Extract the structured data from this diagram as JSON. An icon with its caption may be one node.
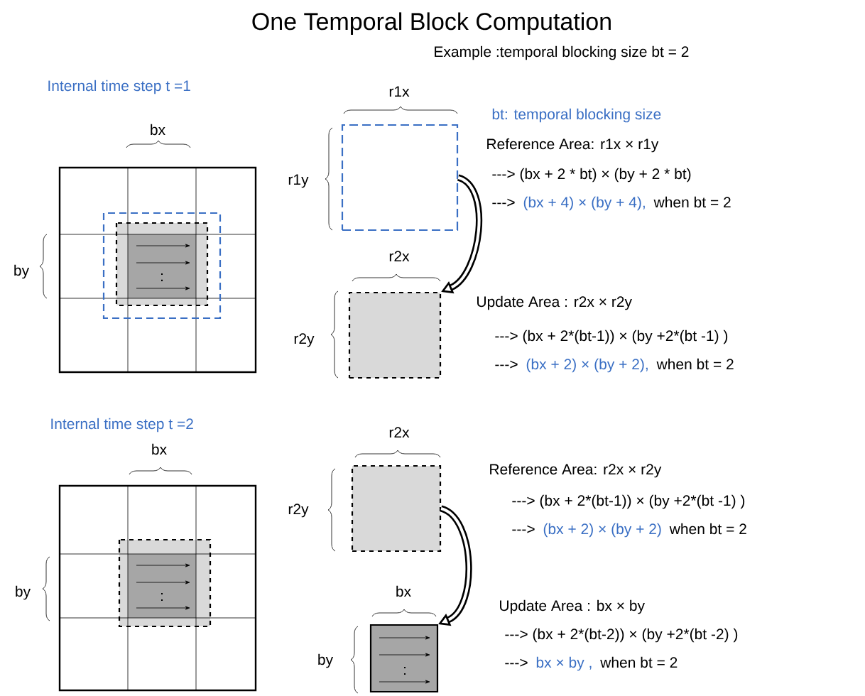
{
  "diagram": {
    "title": "One Temporal Block Computation",
    "nodes": [
      {
        "text": [],
        "shape": "box"
      },
      {
        "text": [],
        "shape": "box"
      },
      {
        "text": [],
        "shape": "box"
      },
      {
        "text": [],
        "shape": "box"
      }
    ],
    "edges": [
      {
        "from": 0,
        "to": 1,
        "arrow": "to"
      },
      {
        "from": 2,
        "to": 3,
        "arrow": "to"
      }
    ],
    "labels": [
      "Example :temporal blocking size bt = 2",
      "Internal time step  t =1",
      "r1x",
      "bx",
      "bt: temporal blocking size",
      "Reference Area: r1x × r1y",
      "r1y",
      "---> (bx + 2 * bt) × (by + 2 * bt)",
      "--->",
      "(bx + 4) × (by + 4),",
      "when bt = 2",
      "by",
      ":",
      "r2x",
      "Update Area : r2x × r2y",
      "r2y",
      "---> (bx + 2*(bt-1)) × (by +2*(bt -1) )",
      "--->",
      "(bx + 2) × (by + 2),",
      "when bt = 2",
      "Internal time step  t =2",
      "r2x",
      "bx",
      "Reference Area: r2x × r2y",
      "r2y",
      "---> (bx + 2*(bt-1)) × (by +2*(bt -1) )",
      "--->",
      "(bx + 2) × (by + 2)",
      "when bt = 2",
      "by",
      ":",
      "bx",
      "Update Area : bx × by",
      "---> (bx + 2*(bt-2)) × (by +2*(bt -2) )",
      "by",
      ":",
      "--->",
      "bx × by ,",
      "when bt = 2"
    ]
  }
}
